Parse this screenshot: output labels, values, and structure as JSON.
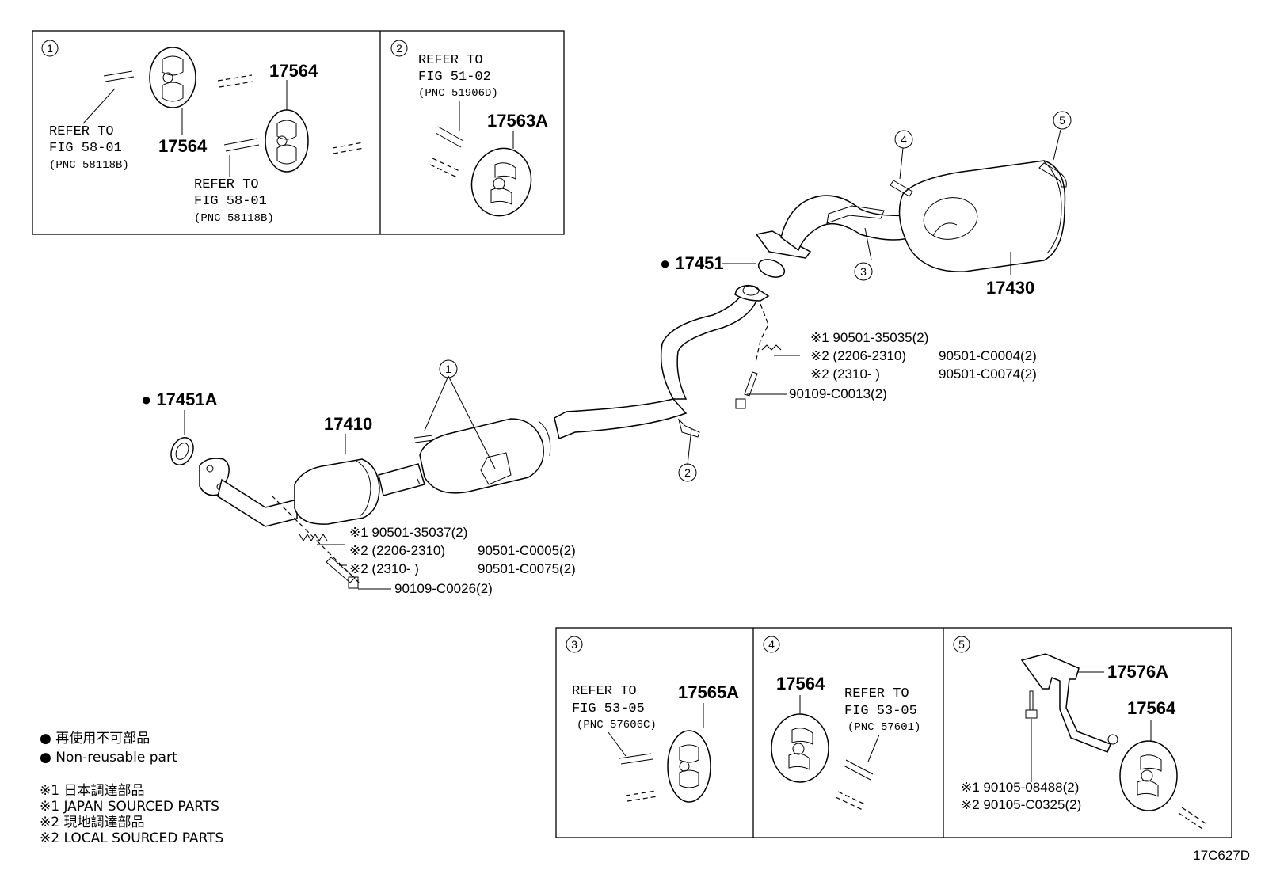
{
  "insets": {
    "i1": {
      "no": "1",
      "top_part": "17564",
      "left_part": "17564",
      "ref_a": [
        "REFER TO",
        "FIG 58-01",
        "(PNC 58118B)"
      ],
      "ref_b": [
        "REFER TO",
        "FIG 58-01",
        "(PNC 58118B)"
      ]
    },
    "i2": {
      "no": "2",
      "ref": [
        "REFER TO",
        "FIG 51-02",
        "(PNC 51906D)"
      ],
      "part": "17563A"
    },
    "i3": {
      "no": "3",
      "ref": [
        "REFER TO",
        "FIG 53-05",
        "(PNC 57606C)"
      ],
      "part": "17565A"
    },
    "i4": {
      "no": "4",
      "part": "17564",
      "ref": [
        "REFER TO",
        "FIG 53-05",
        "(PNC 57601)"
      ]
    },
    "i5": {
      "no": "5",
      "bracket": "17576A",
      "part": "17564",
      "bolt1": "※1  90105-08488(2)",
      "bolt2": "※2  90105-C0325(2)"
    }
  },
  "main": {
    "gasket_front": "● 17451A",
    "front_pipe": "17410",
    "callout1": "1",
    "callout2": "2",
    "callout3": "3",
    "callout4": "4",
    "callout5": "5",
    "gasket_mid": "● 17451",
    "tail_pipe": "17430",
    "front_bolts": {
      "l1": "※1 90501-35037(2)",
      "l2a": "※2 (2206-2310)",
      "l2b": "90501-C0005(2)",
      "l3a": "※2 (2310-       )",
      "l3b": "90501-C0075(2)",
      "l4": "90109-C0026(2)"
    },
    "mid_bolts": {
      "l1": "※1 90501-35035(2)",
      "l2a": "※2 (2206-2310)",
      "l2b": "90501-C0004(2)",
      "l3a": "※2 (2310-       )",
      "l3b": "90501-C0074(2)",
      "l4": "90109-C0013(2)"
    }
  },
  "legend": {
    "l1": "●  再使用不可部品",
    "l2": "●  Non-reusable part",
    "l3": "※1  日本調達部品",
    "l4": "※1  JAPAN SOURCED PARTS",
    "l5": "※2  現地調達部品",
    "l6": "※2  LOCAL SOURCED PARTS"
  },
  "figure_code": "17C627D"
}
